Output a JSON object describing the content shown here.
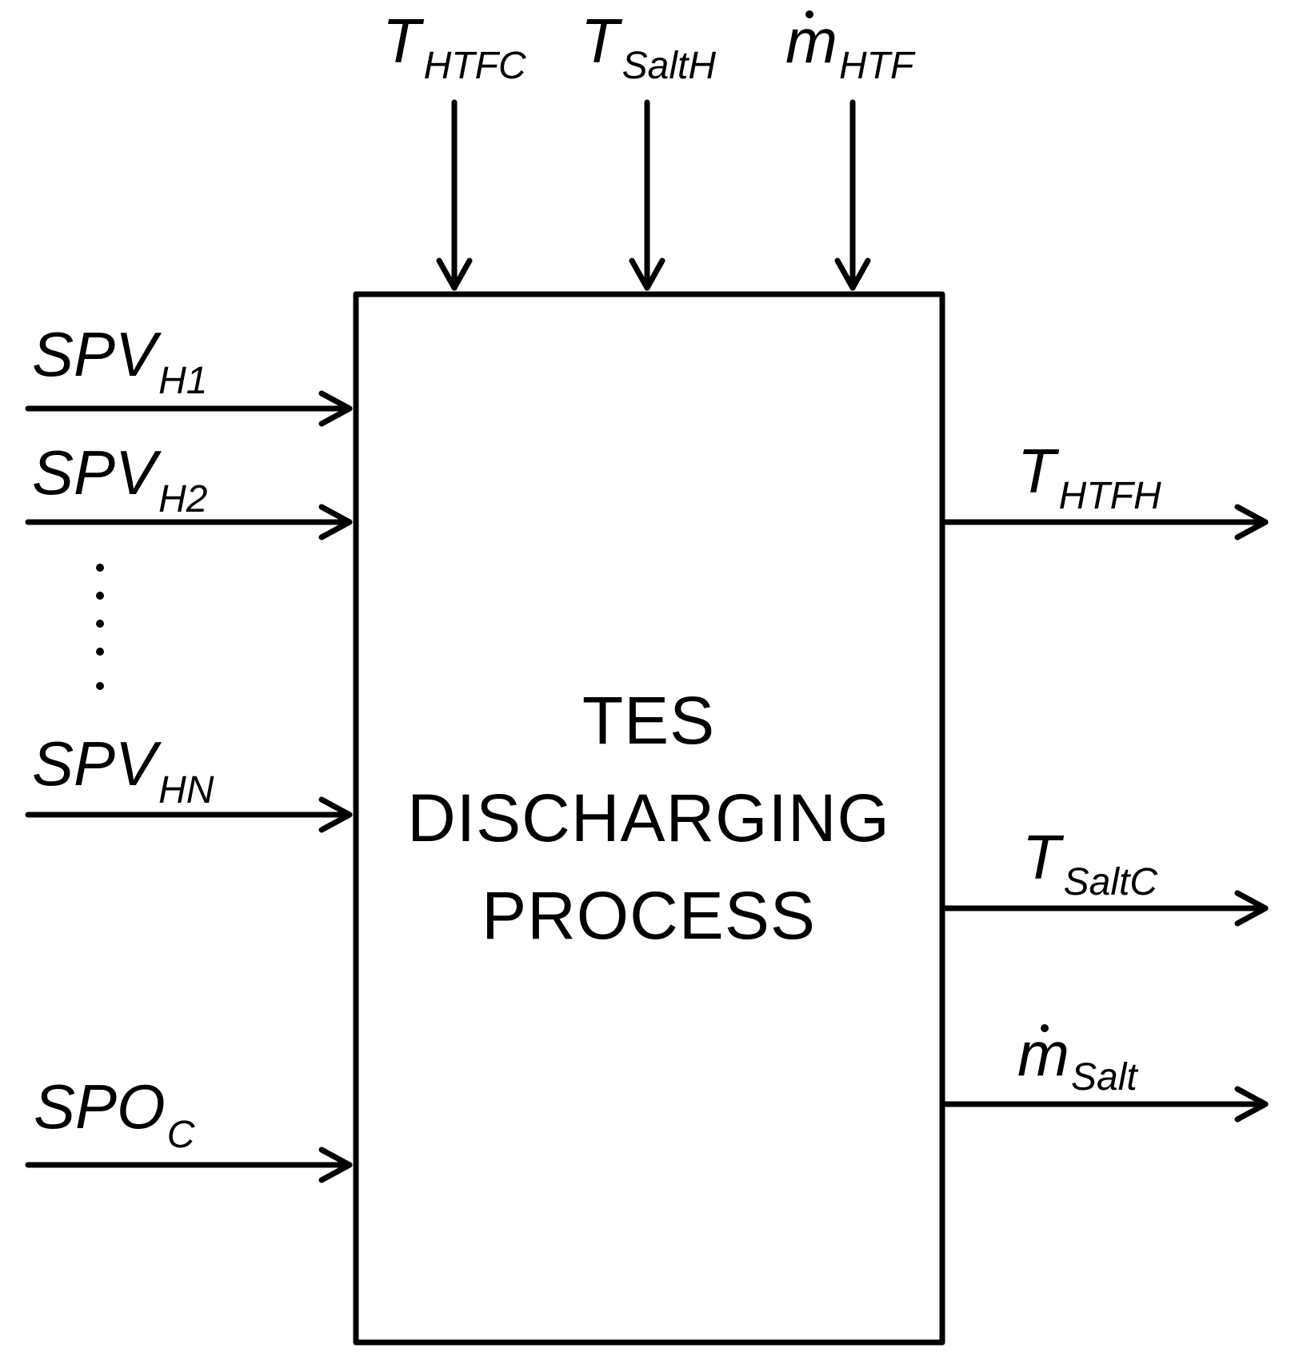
{
  "block": {
    "lines": [
      "TES",
      "DISCHARGING",
      "PROCESS"
    ]
  },
  "inputs_top": [
    {
      "main": "T",
      "sub": "HTFC",
      "dot": false
    },
    {
      "main": "T",
      "sub": "SaltH",
      "dot": false
    },
    {
      "main": "m",
      "sub": "HTF",
      "dot": true
    }
  ],
  "inputs_left": [
    {
      "main": "SPV",
      "sub": "H1"
    },
    {
      "main": "SPV",
      "sub": "H2"
    },
    {
      "main": "SPV",
      "sub": "HN"
    },
    {
      "main": "SPO",
      "sub": "C"
    }
  ],
  "outputs_right": [
    {
      "main": "T",
      "sub": "HTFH",
      "dot": false
    },
    {
      "main": "T",
      "sub": "SaltC",
      "dot": false
    },
    {
      "main": "m",
      "sub": "Salt",
      "dot": true
    }
  ],
  "colors": {
    "stroke": "#000000",
    "background": "#ffffff"
  }
}
